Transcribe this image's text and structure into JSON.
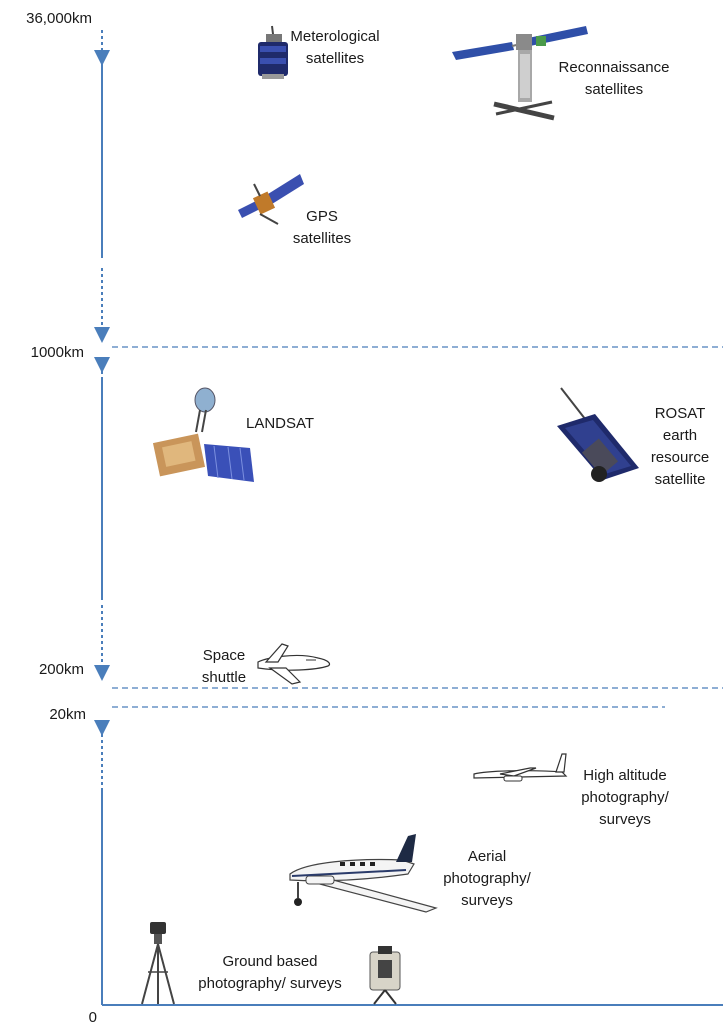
{
  "axis": {
    "ticks": [
      "36,000km",
      "1000km",
      "200km",
      "20km",
      "0"
    ],
    "color": "#4a7ebb"
  },
  "labels": {
    "meteorological": "Meterological\nsatellites",
    "reconnaissance": "Reconnaissance\nsatellites",
    "gps": "GPS\nsatellites",
    "landsat": "LANDSAT",
    "rosat": "ROSAT\nearth\nresource\nsatellite",
    "shuttle": "Space\nshuttle",
    "high_altitude": "High altitude\nphotography/\nsurveys",
    "aerial": "Aerial\nphotography/\nsurveys",
    "ground": "Ground based\nphotography/ surveys"
  },
  "icons": [
    "weather-satellite-icon",
    "reconnaissance-satellite-icon",
    "gps-satellite-icon",
    "landsat-satellite-icon",
    "rosat-satellite-icon",
    "space-shuttle-icon",
    "high-altitude-aircraft-icon",
    "aerial-survey-aircraft-icon",
    "camera-tripod-icon",
    "laser-scanner-icon"
  ]
}
